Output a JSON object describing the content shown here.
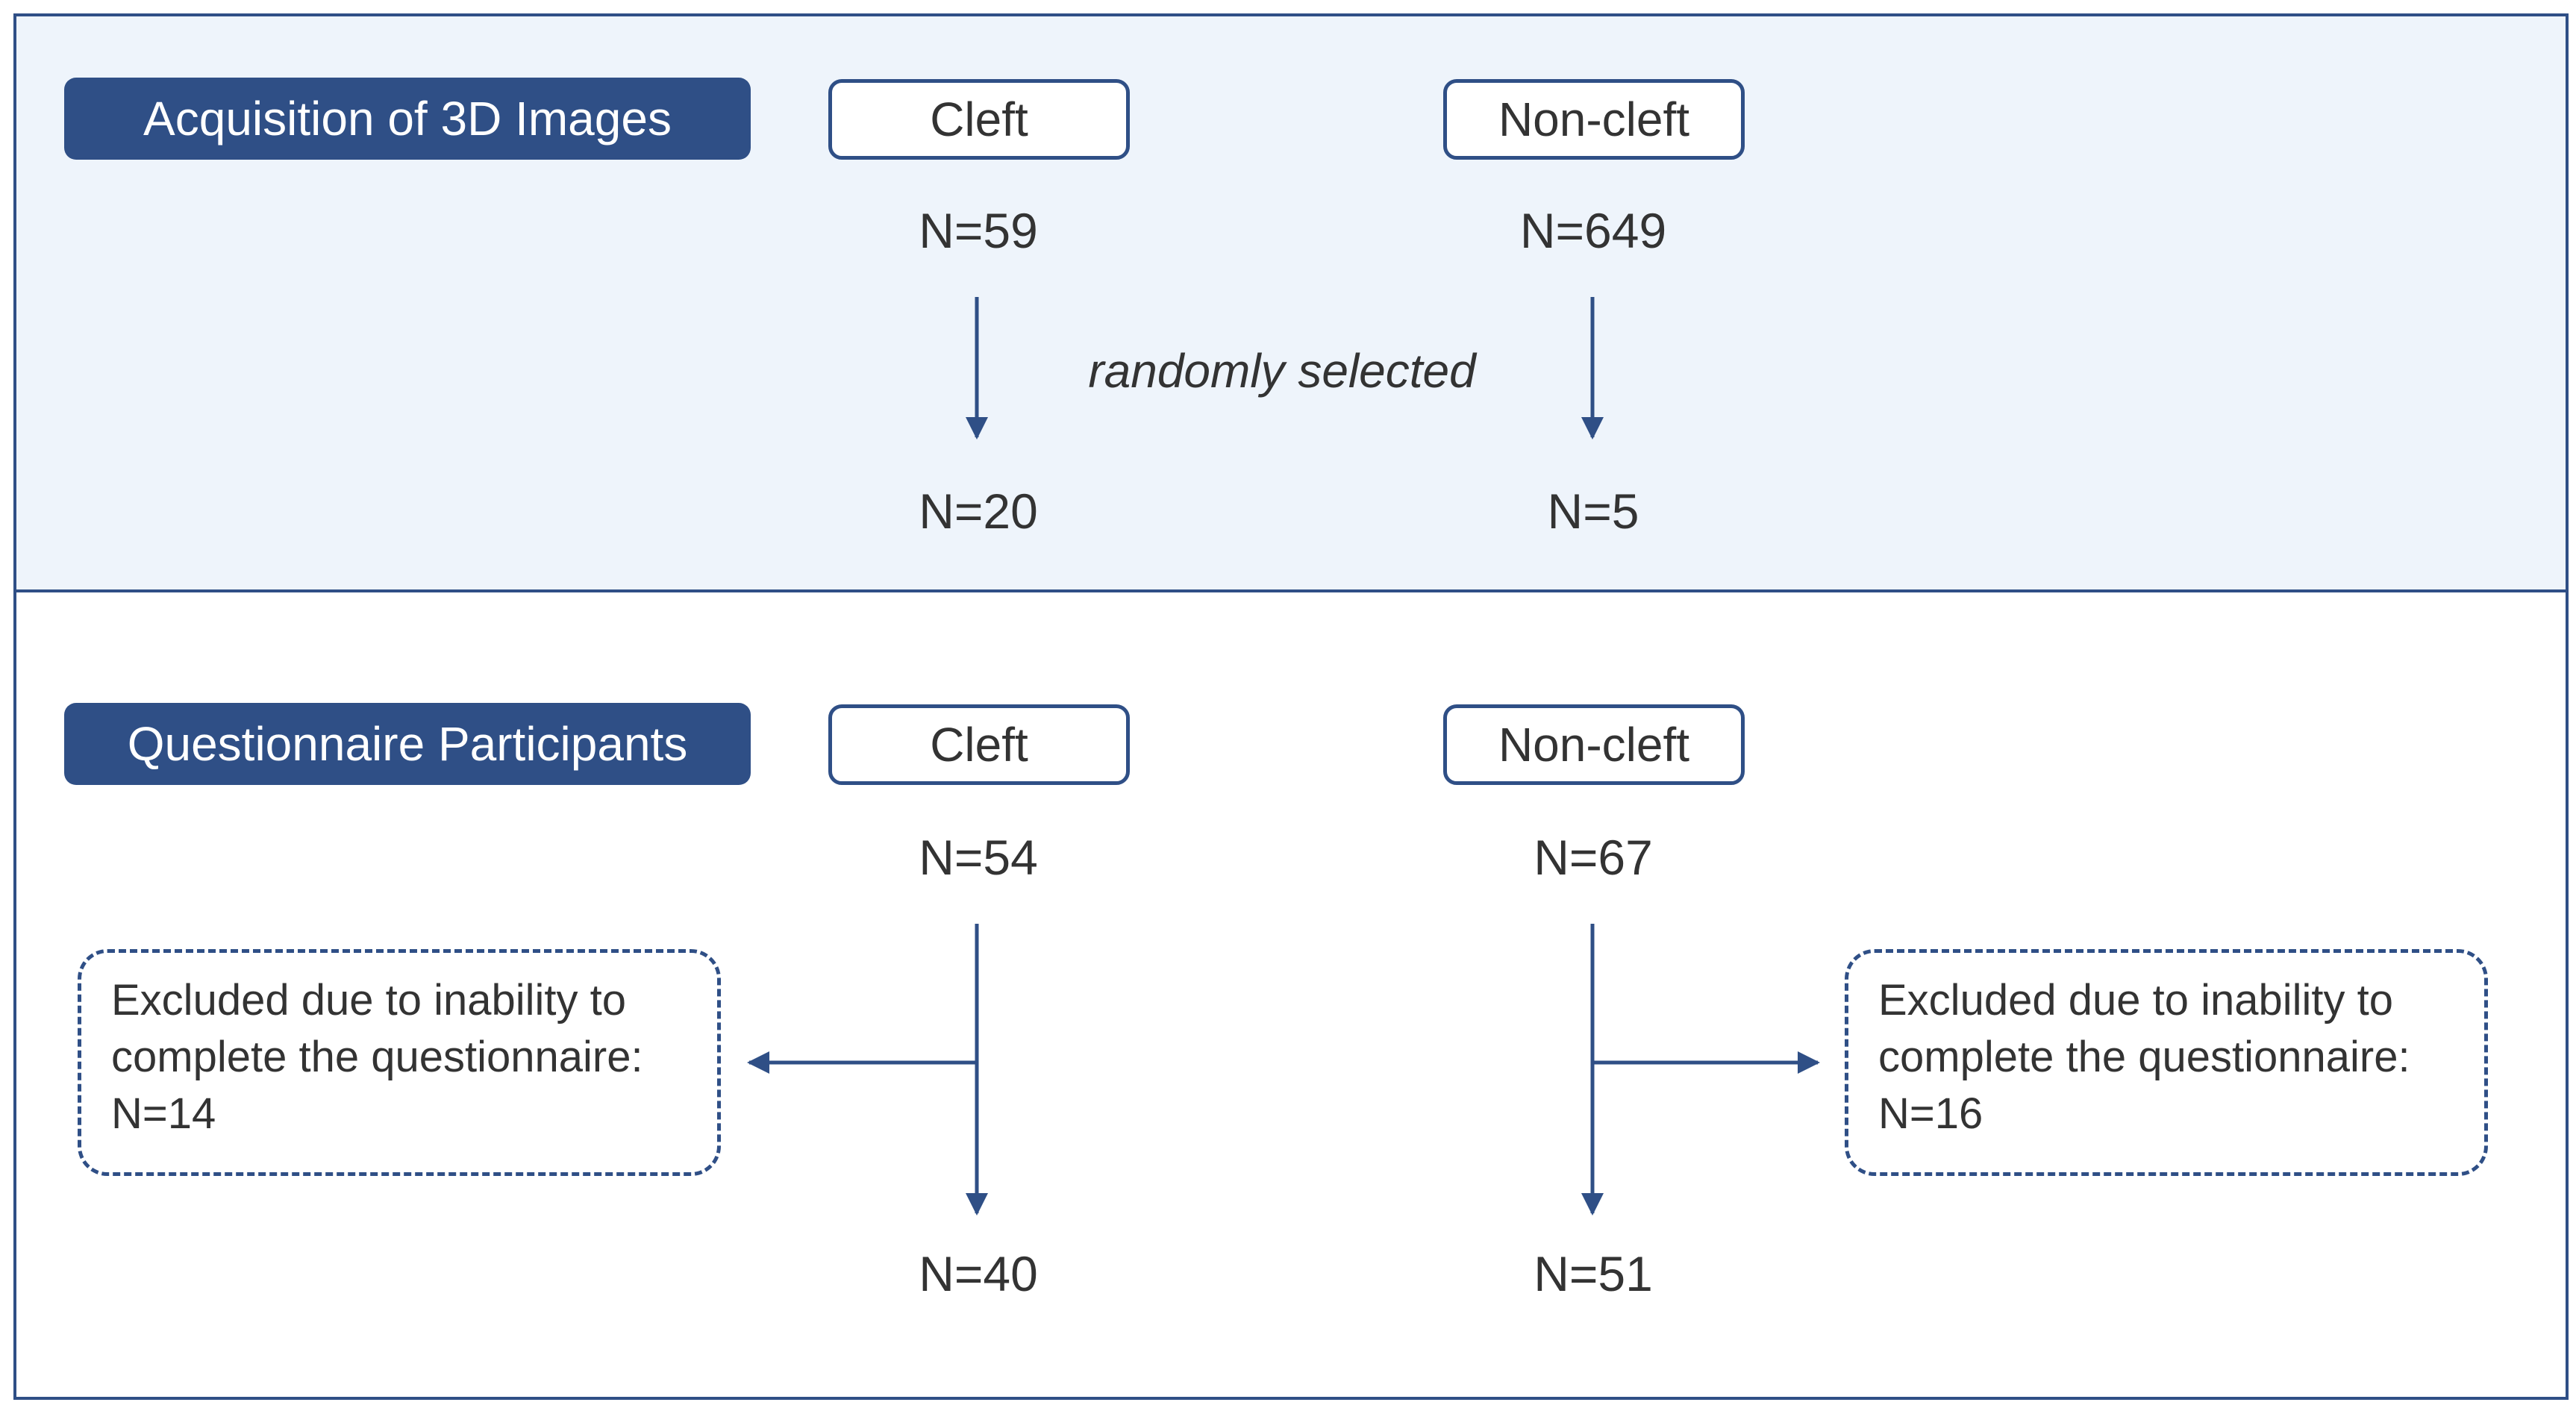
{
  "top_section": {
    "header": "Acquisition of 3D Images",
    "cleft_label": "Cleft",
    "noncleft_label": "Non-cleft",
    "cleft_initial": "N=59",
    "noncleft_initial": "N=649",
    "selection_note": "randomly selected",
    "cleft_selected": "N=20",
    "noncleft_selected": "N=5"
  },
  "bottom_section": {
    "header": "Questionnaire Participants",
    "cleft_label": "Cleft",
    "noncleft_label": "Non-cleft",
    "cleft_initial": "N=54",
    "noncleft_initial": "N=67",
    "cleft_excluded": {
      "line1": "Excluded due to inability to",
      "line2": "complete the questionnaire:",
      "line3": "N=14"
    },
    "noncleft_excluded": {
      "line1": "Excluded due to inability to",
      "line2": "complete the questionnaire:",
      "line3": "N=16"
    },
    "cleft_final": "N=40",
    "noncleft_final": "N=51"
  },
  "colors": {
    "accent": "#2f4f86",
    "top_background": "#eef4fb",
    "text": "#333333"
  }
}
